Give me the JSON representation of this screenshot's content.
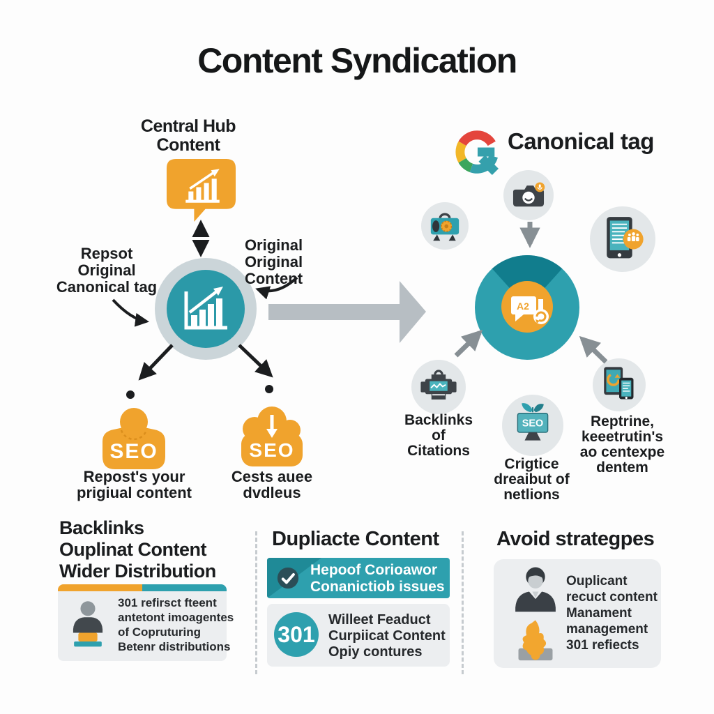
{
  "title": "Content Syndication",
  "colors": {
    "orange": "#F0A32D",
    "teal": "#2EA0AE",
    "teal_dark": "#117D8D",
    "icon_dark": "#3E4348",
    "arrow_gray": "#B7BEC3",
    "small_arrow_gray": "#878F94",
    "card_bg": "#ECEEF0",
    "circle_bg": "#E3E7E9"
  },
  "left_diagram": {
    "hub_label": [
      "Central Hub",
      "Content"
    ],
    "left_note": [
      "Repsot",
      "Original",
      "Canonical tag"
    ],
    "right_note": [
      "Original",
      "Original",
      "Content"
    ],
    "badge_left": {
      "label": "SEO",
      "caption": [
        "Repost's your",
        "prigiual content"
      ]
    },
    "badge_right": {
      "label": "SEO",
      "caption": [
        "Cests auee",
        "dvdleus"
      ]
    }
  },
  "right_diagram": {
    "heading": "Canonical tag",
    "hub_icon_label": "A2",
    "monitor_label": "SEO",
    "captions": {
      "backlinks": [
        "Backlinks",
        "of",
        "Citations"
      ],
      "monitor": [
        "Crigtice",
        "dreaibut of",
        "netlions"
      ],
      "devices": [
        "Reptrine,",
        "keeetrutin's",
        "ao centexpe",
        "dentem"
      ]
    }
  },
  "sections": {
    "left": {
      "heading": [
        "Backlinks",
        "Ouplinat Content",
        "Wider Distribution"
      ],
      "body": [
        "301 refirsct fteent",
        "antetont imoagentes",
        "of Copruturing",
        "Betenr distributions"
      ]
    },
    "middle": {
      "heading": "Dupliacte Content",
      "banner": [
        "Hepoof Corioawor",
        "Conanictiob issues"
      ],
      "badge": "301",
      "body": [
        "Willeet Feaduct",
        "Curpiicat Content",
        "Opiy contures"
      ]
    },
    "right": {
      "heading": "Avoid strategpes",
      "body": [
        "Ouplicant",
        "recuct content",
        "Manament",
        "management",
        "301 refiects"
      ]
    }
  }
}
